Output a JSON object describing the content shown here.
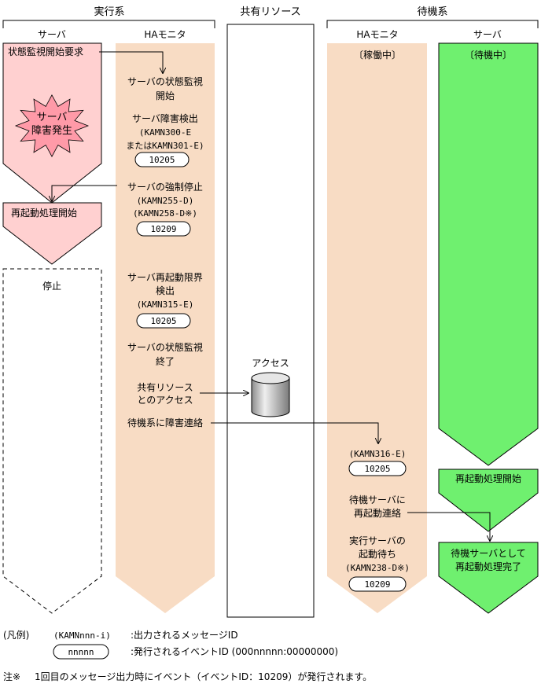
{
  "headers": {
    "active_system": "実行系",
    "shared_resource": "共有リソース",
    "standby_system": "待機系"
  },
  "columns": {
    "active_server": "サーバ",
    "active_ha_monitor": "HAモニタ",
    "standby_ha_monitor": "HAモニタ",
    "standby_ha_monitor_state": "〔稼働中〕",
    "standby_server": "サーバ",
    "standby_server_state": "〔待機中〕"
  },
  "active_server": {
    "monitor_request": "状態監視開始要求",
    "failure_burst": [
      "サーバ",
      "障害発生"
    ],
    "restart_start": "再起動処理開始",
    "stopped": "停止"
  },
  "active_monitor": {
    "monitor_start": [
      "サーバの状態監視",
      "開始"
    ],
    "failure_detect": [
      "サーバ障害検出",
      "(KAMN300-E",
      "またはKAMN301-E)"
    ],
    "event_1": "10205",
    "forced_stop": [
      "サーバの強制停止",
      "(KAMN255-D)",
      "(KAMN258-D※)"
    ],
    "event_2": "10209",
    "restart_limit": [
      "サーバ再起動限界",
      "検出",
      "(KAMN315-E)"
    ],
    "event_3": "10205",
    "monitor_end": [
      "サーバの状態監視",
      "終了"
    ],
    "shared_access": [
      "共有リソース",
      "とのアクセス"
    ],
    "notify_standby": "待機系に障害連絡"
  },
  "shared": {
    "access_label": "アクセス"
  },
  "standby_monitor": {
    "message": "(KAMN316-E)",
    "event_1": "10205",
    "notify_server": [
      "待機サーバに",
      "再起動連絡"
    ],
    "wait_active": [
      "実行サーバの",
      "起動待ち",
      "(KAMN238-D※)"
    ],
    "event_2": "10209"
  },
  "standby_server": {
    "restart_start": "再起動処理開始",
    "restart_done": [
      "待機サーバとして",
      "再起動処理完了"
    ]
  },
  "legend": {
    "label": "(凡例)",
    "message_sample": "(KAMNnnn-i)",
    "message_desc": ":出力されるメッセージID",
    "event_sample": "nnnnn",
    "event_desc": ":発行されるイベントID (000nnnnn:00000000)"
  },
  "note": {
    "mark": "注※",
    "text": "1回目のメッセージ出力時にイベント（イベントID：10209）が発行されます。"
  },
  "colors": {
    "failure_pink": "#ffd0d0",
    "monitor_tan": "#f8dcc4",
    "standby_green": "#6ff06f",
    "burst_pink": "#ff9aa8"
  }
}
